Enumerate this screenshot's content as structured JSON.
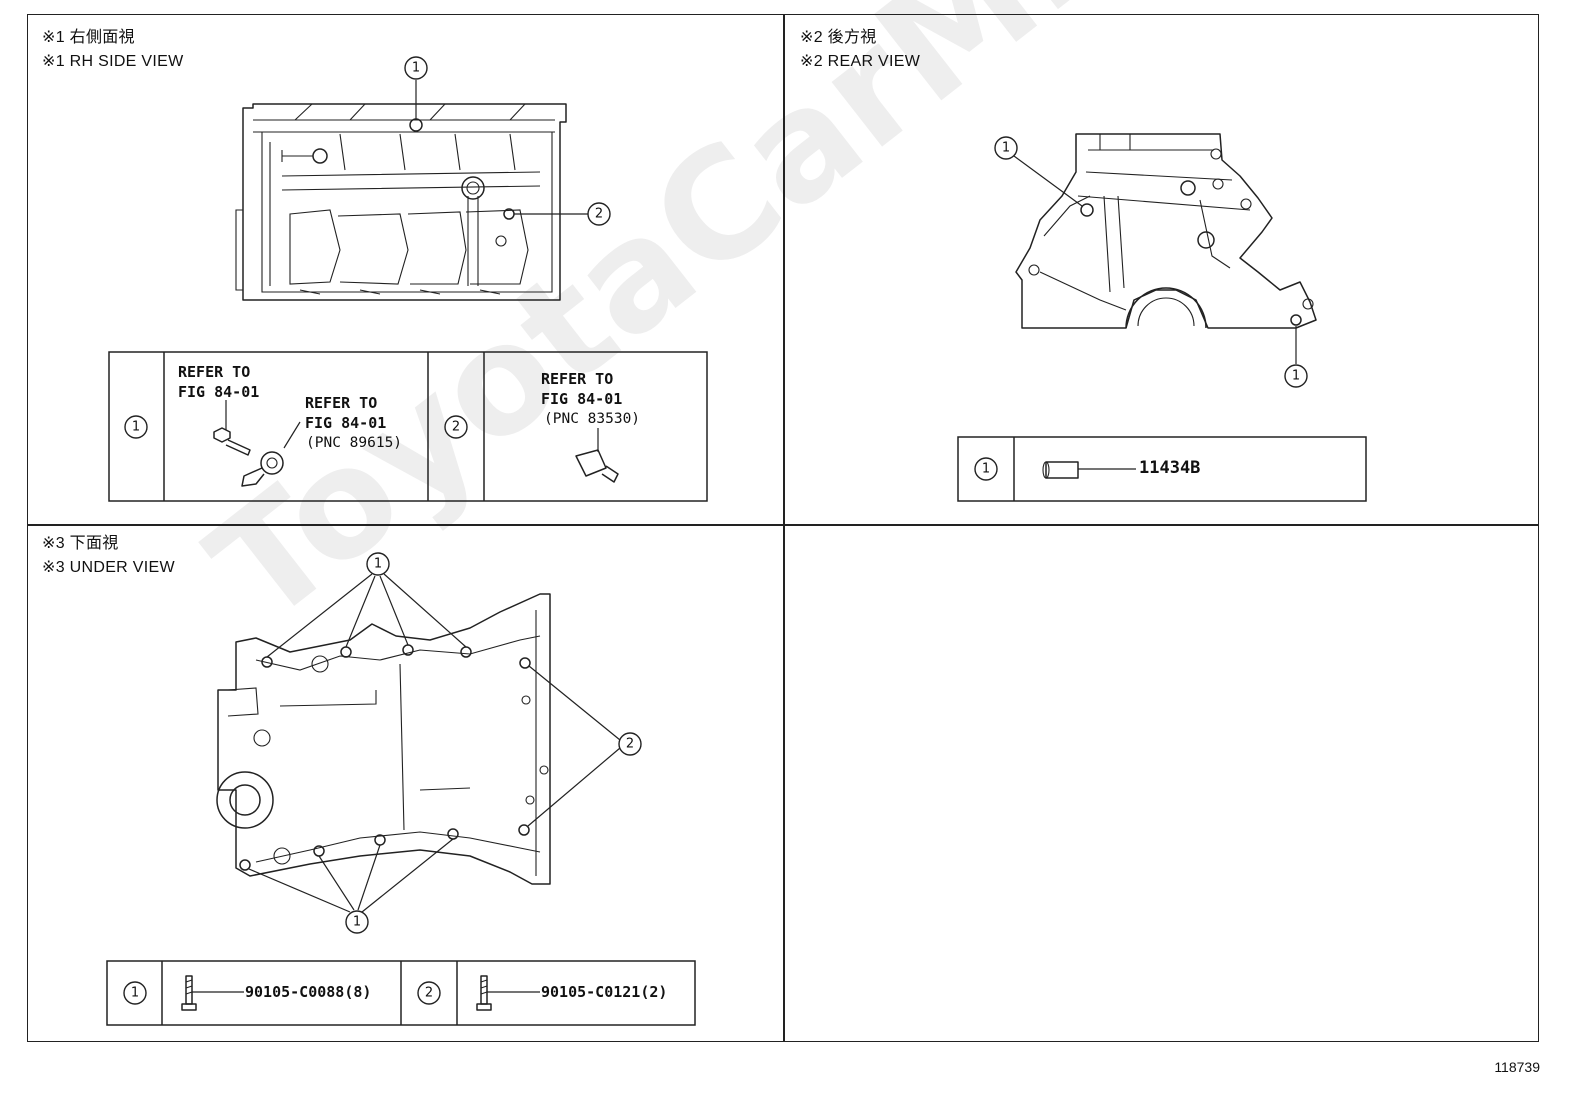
{
  "panels": {
    "rh_side": {
      "title_jp": "※1 右側面視",
      "title_en": "※1 RH SIDE VIEW",
      "callouts": [
        "1",
        "2"
      ],
      "table": {
        "row1_num": "1",
        "row1_refer_a": "REFER TO\nFIG 84-01",
        "row1_refer_b": "REFER TO\nFIG 84-01",
        "row1_pnc": "(PNC 89615)",
        "row2_num": "2",
        "row2_refer": "REFER TO\nFIG 84-01",
        "row2_pnc": "(PNC 83530)"
      }
    },
    "rear": {
      "title_jp": "※2 後方視",
      "title_en": "※2 REAR VIEW",
      "callouts": [
        "1",
        "1"
      ],
      "table": {
        "row1_num": "1",
        "row1_part": "11434B"
      }
    },
    "under": {
      "title_jp": "※3 下面視",
      "title_en": "※3 UNDER VIEW",
      "callouts": [
        "1",
        "2",
        "1"
      ],
      "table": {
        "row1_num": "1",
        "row1_part": "90105-C0088(8)",
        "row2_num": "2",
        "row2_part": "90105-C0121(2)"
      }
    }
  },
  "reference_id": "118739",
  "watermark": "ToyotaCarMine.ru"
}
